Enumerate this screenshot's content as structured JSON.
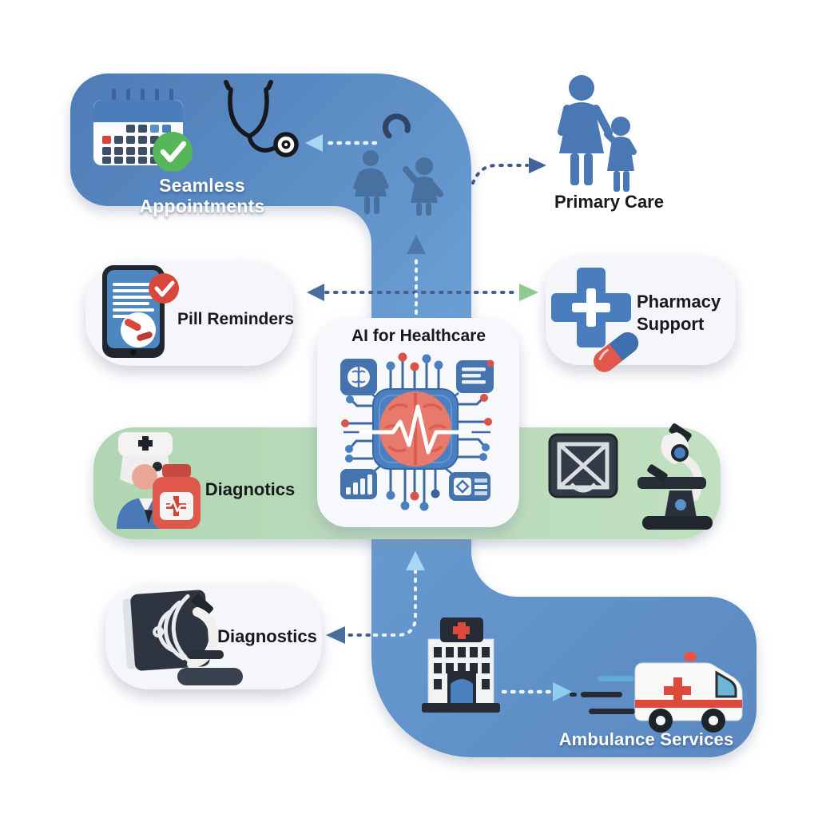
{
  "center": {
    "title": "AI for Healthcare"
  },
  "nodes": {
    "seamless_appointments": {
      "label": "Seamless Appointments",
      "icons": [
        "calendar-check-icon",
        "stethoscope-icon"
      ]
    },
    "primary_care": {
      "label": "Primary Care",
      "icons": [
        "parent-child-icon"
      ]
    },
    "pill_reminders": {
      "label": "Pill Reminders",
      "icons": [
        "phone-reminder-icon"
      ]
    },
    "pharmacy_support": {
      "label": "Pharmacy Support",
      "icons": [
        "medical-cross-icon",
        "pill-capsule-icon"
      ]
    },
    "diagnostics_band": {
      "label": "Diagnotics",
      "icons": [
        "nurse-icon",
        "medicine-bottle-icon",
        "xray-frame-icon",
        "microscope-icon"
      ]
    },
    "diagnostics_card": {
      "label": "Diagnostics",
      "icons": [
        "scan-monitor-icon",
        "microscope-icon"
      ]
    },
    "ambulance_services": {
      "label": "Ambulance Services",
      "icons": [
        "hospital-icon",
        "ambulance-icon"
      ]
    },
    "flow_figures": {
      "icons": [
        "woman-figure-icon",
        "child-figure-icon"
      ]
    }
  },
  "colors": {
    "path_blue": "#5b88c1",
    "path_blue_light": "#699ed4",
    "band_green": "#b9dcba",
    "card_bg": "#f4f6fa",
    "accent_red": "#dd4a3c",
    "accent_blue": "#4a7dbd",
    "chip_blue": "#4a80c1",
    "brain_coral": "#e87a6d",
    "check_green": "#57b55c",
    "arrow_green": "#8fca8f",
    "arrow_lightblue": "#a9d7f3",
    "arrow_navy": "#44618e",
    "text_dark": "#17191c",
    "text_light": "#ffffff"
  }
}
